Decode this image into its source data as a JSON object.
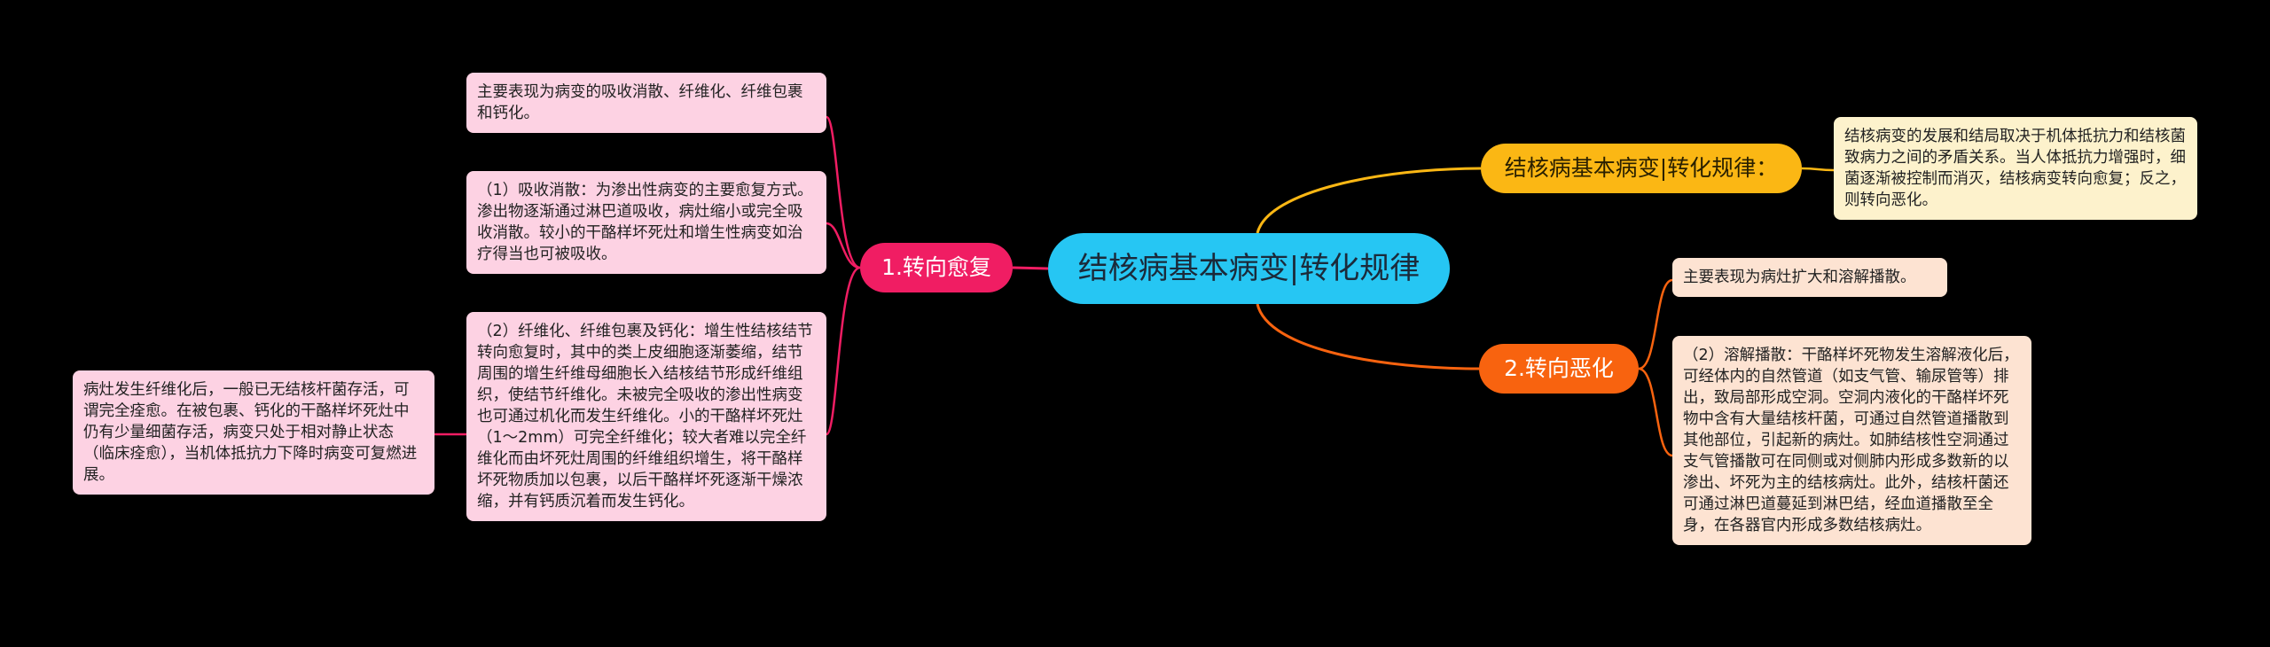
{
  "root": {
    "label": "结核病基本病变|转化规律"
  },
  "branches": {
    "recover": {
      "label": "1.转向愈复"
    },
    "worsen": {
      "label": "2.转向恶化"
    },
    "rule": {
      "label": "结核病基本病变|转化规律："
    }
  },
  "notes": {
    "recover_main": "主要表现为病变的吸收消散、纤维化、纤维包裹和钙化。",
    "absorb": "（1）吸收消散：为渗出性病变的主要愈复方式。渗出物逐渐通过淋巴道吸收，病灶缩小或完全吸收消散。较小的干酪样坏死灶和增生性病变如治疗得当也可被吸收。",
    "fibrosis": "（2）纤维化、纤维包裹及钙化：增生性结核结节转向愈复时，其中的类上皮细胞逐渐萎缩，结节周围的增生纤维母细胞长入结核结节形成纤维组织，使结节纤维化。未被完全吸收的渗出性病变也可通过机化而发生纤维化。小的干酪样坏死灶（1～2mm）可完全纤维化；较大者难以完全纤维化而由坏死灶周围的纤维组织增生，将干酪样坏死物质加以包裹，以后干酪样坏死逐渐干燥浓缩，并有钙质沉着而发生钙化。",
    "fibrosis_detail": "病灶发生纤维化后，一般已无结核杆菌存活，可谓完全痊愈。在被包裹、钙化的干酪样坏死灶中仍有少量细菌存活，病变只处于相对静止状态（临床痊愈），当机体抵抗力下降时病变可复燃进展。",
    "worsen_main": "主要表现为病灶扩大和溶解播散。",
    "dissolve": "（2）溶解播散：干酪样坏死物发生溶解液化后，可经体内的自然管道（如支气管、输尿管等）排出，致局部形成空洞。空洞内液化的干酪样坏死物中含有大量结核杆菌，可通过自然管道播散到其他部位，引起新的病灶。如肺结核性空洞通过支气管播散可在同侧或对侧肺内形成多数新的以渗出、坏死为主的结核病灶。此外，结核杆菌还可通过淋巴道蔓延到淋巴结，经血道播散至全身，在各器官内形成多数结核病灶。",
    "rule_detail": "结核病变的发展和结局取决于机体抵抗力和结核菌致病力之间的矛盾关系。当人体抵抗力增强时，细菌逐渐被控制而消灭，结核病变转向愈复；反之，则转向恶化。"
  },
  "colors": {
    "background": "#000000",
    "root": "#26c6f3",
    "recover": "#f01d63",
    "worsen": "#f8630f",
    "rule": "#fbb714",
    "note_pink": "#fdd2e3",
    "note_peach": "#fde3d2",
    "note_cream": "#fdf2cc"
  }
}
